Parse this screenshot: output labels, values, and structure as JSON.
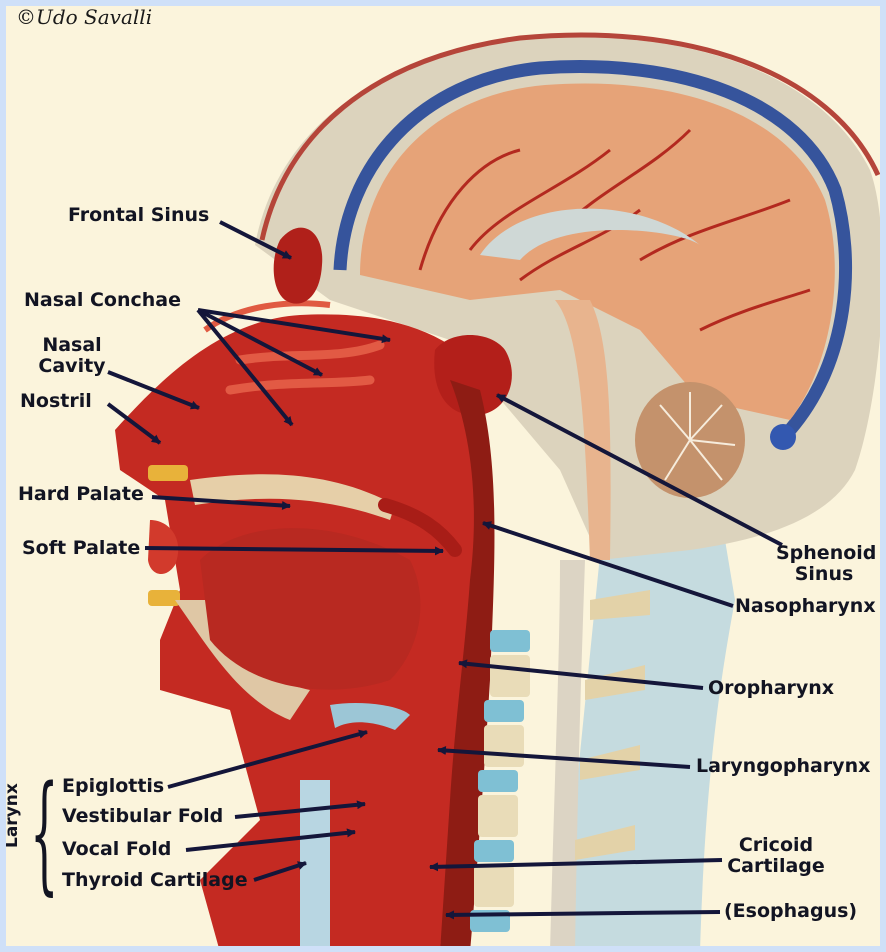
{
  "credit": "©Udo Savalli",
  "larynx_group_label": "Larynx",
  "labels": {
    "frontal_sinus": "Frontal Sinus",
    "nasal_conchae": "Nasal Conchae",
    "nasal_cavity_line1": "Nasal",
    "nasal_cavity_line2": "Cavity",
    "nostril": "Nostril",
    "hard_palate": "Hard Palate",
    "soft_palate": "Soft Palate",
    "sphenoid_sinus_line1": "Sphenoid",
    "sphenoid_sinus_line2": "Sinus",
    "nasopharynx": "Nasopharynx",
    "oropharynx": "Oropharynx",
    "laryngopharynx": "Laryngopharynx",
    "epiglottis": "Epiglottis",
    "vestibular_fold": "Vestibular Fold",
    "vocal_fold": "Vocal Fold",
    "thyroid_cartilage": "Thyroid Cartilage",
    "cricoid_cartilage_line1": "Cricoid",
    "cricoid_cartilage_line2": "Cartilage",
    "esophagus": "(Esophagus)"
  },
  "colors": {
    "background": "#fbf4dc",
    "frame": "#cfe0f8",
    "label_text": "#121422",
    "leader_line": "#14163a",
    "muscle_red": "#c42a22",
    "brain": "#e6a378",
    "spine_blue": "#8fc6d8"
  }
}
